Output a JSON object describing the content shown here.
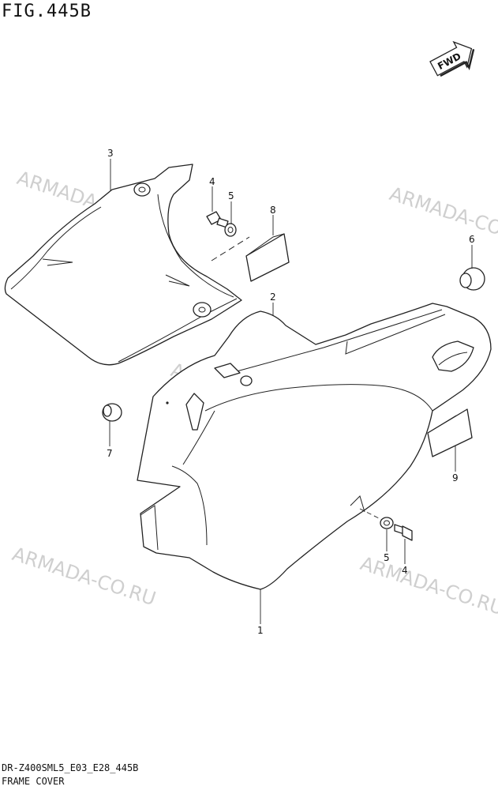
{
  "figure": {
    "title": "FIG.445B",
    "model_code": "DR-Z400SML5_E03_E28_445B",
    "section_name": "FRAME COVER"
  },
  "badge": {
    "fwd_label": "FWD"
  },
  "watermark": {
    "text": "ARMADA-CO.RU"
  },
  "callouts": {
    "frame_cover_left": "1",
    "frame_cover_right": "2",
    "side_cover_panel": "3",
    "bolt_upper": "4",
    "washer_upper": "5",
    "grommet_large": "6",
    "grommet_small": "7",
    "cushion_upper": "8",
    "cushion_lower": "9",
    "washer_lower": "5",
    "bolt_lower": "4"
  },
  "colors": {
    "line": "#222222",
    "watermark": "#cfcfcf",
    "background": "#ffffff"
  }
}
